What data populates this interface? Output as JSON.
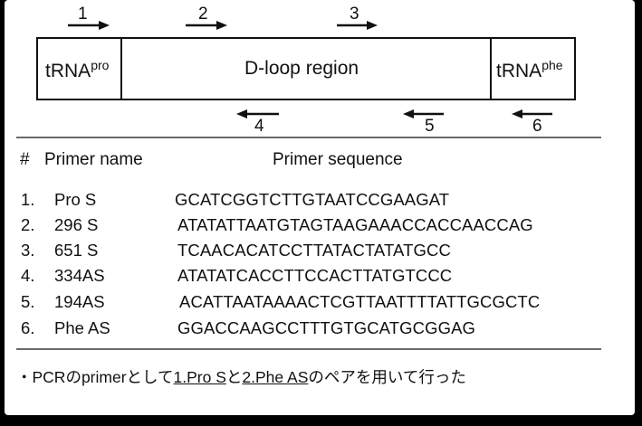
{
  "diagram": {
    "left_block": "tRNA",
    "left_block_sup": "pro",
    "middle_block": "D-loop region",
    "right_block": "tRNA",
    "right_block_sup": "phe",
    "forward_arrows": [
      "1",
      "2",
      "3"
    ],
    "reverse_arrows": [
      "4",
      "5",
      "6"
    ]
  },
  "table": {
    "headers": {
      "num": "#",
      "name": "Primer name",
      "sequence": "Primer sequence"
    },
    "rows": [
      {
        "num": "1.",
        "name": "Pro S",
        "sequence": "GCATCGGTCTTGTAATCCGAAGAT"
      },
      {
        "num": "2.",
        "name": "296 S",
        "sequence": "ATATATTAATGTAGTAAGAAACCACCAACCAG"
      },
      {
        "num": "3.",
        "name": "651 S",
        "sequence": "TCAACACATCCTTATACTATATGCC"
      },
      {
        "num": "4.",
        "name": "334AS",
        "sequence": "ATATATCACCTTCCACTTATGTCCC"
      },
      {
        "num": "5.",
        "name": "194AS",
        "sequence": "ACATTAATAAAACTCGTTAATTTTATTGCGCTC"
      },
      {
        "num": "6.",
        "name": "Phe AS",
        "sequence": "GGACCAAGCCTTTGTGCATGCGGAG"
      }
    ]
  },
  "note": {
    "prefix": "・PCRのprimerとして",
    "pair1": "1.Pro S",
    "mid": "と",
    "pair2": "2.Phe AS",
    "suffix": "のペアを用いて行った"
  }
}
